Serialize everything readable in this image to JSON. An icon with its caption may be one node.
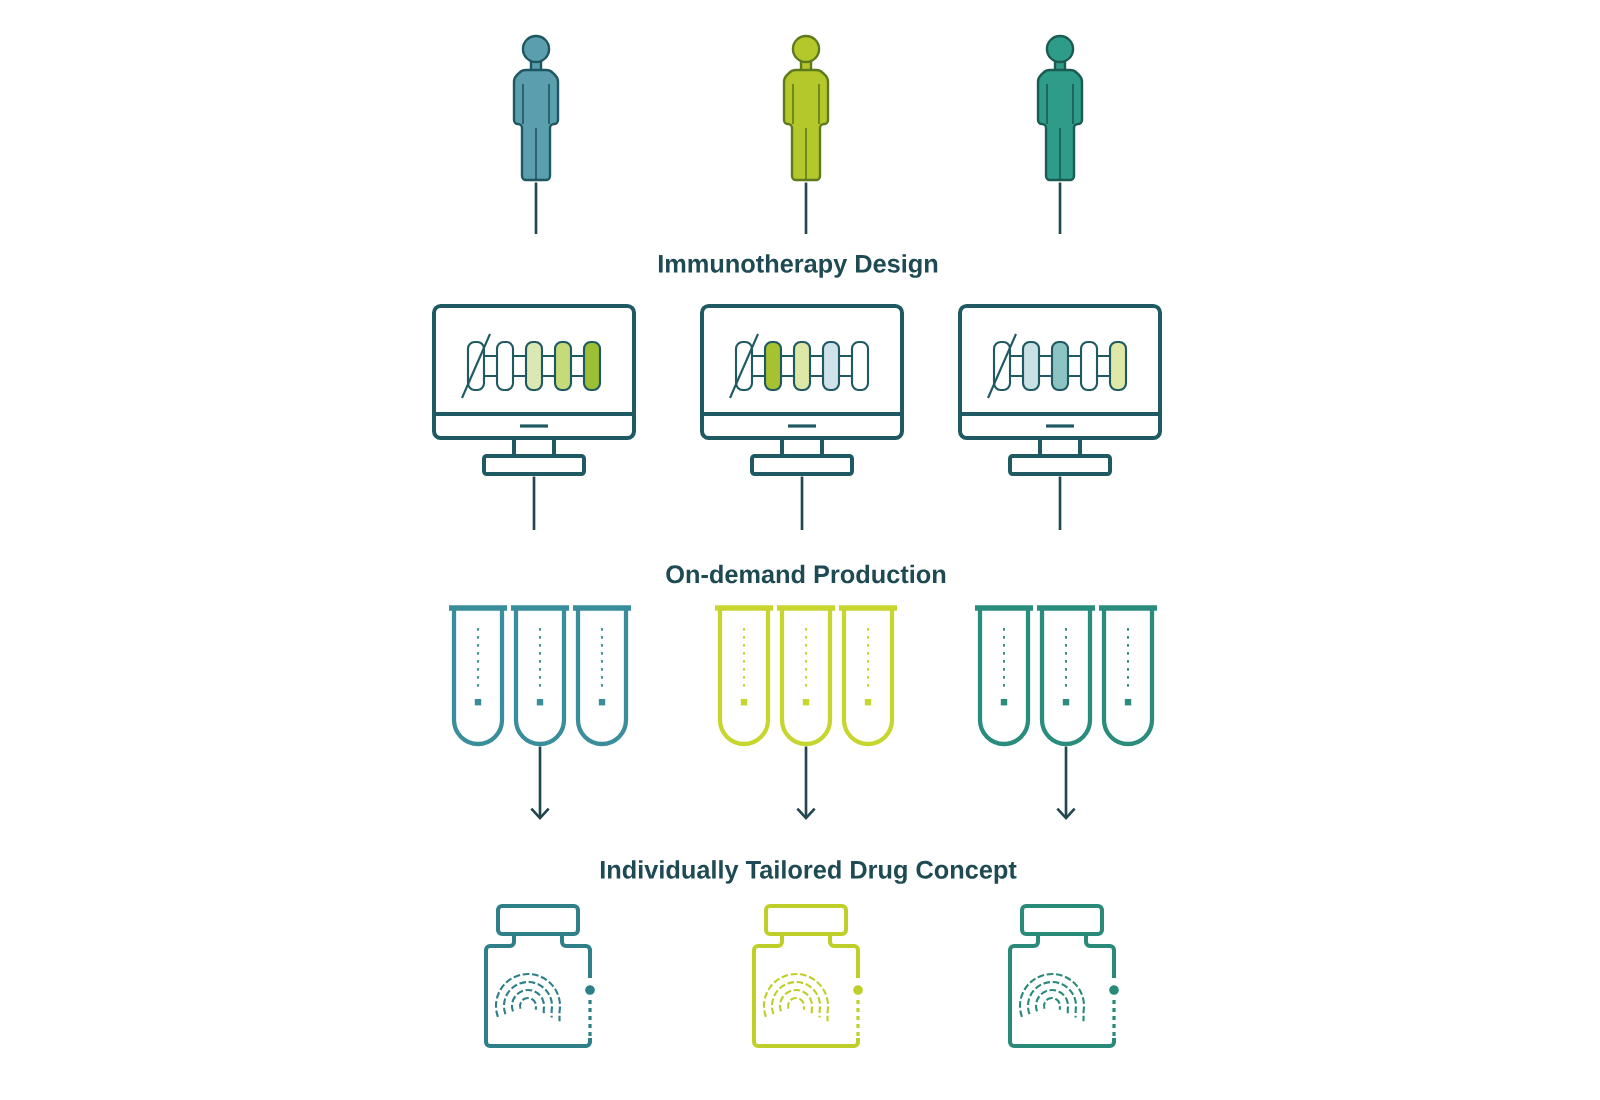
{
  "diagram": {
    "nodes": [
      {
        "text": [],
        "shape": "person"
      },
      {
        "text": [],
        "shape": "person"
      },
      {
        "text": [],
        "shape": "person"
      },
      {
        "text": [],
        "shape": "monitor"
      },
      {
        "text": [],
        "shape": "monitor"
      },
      {
        "text": [],
        "shape": "monitor"
      },
      {
        "text": [],
        "shape": "tubes"
      },
      {
        "text": [],
        "shape": "tubes"
      },
      {
        "text": [],
        "shape": "tubes"
      },
      {
        "text": [],
        "shape": "vial"
      },
      {
        "text": [],
        "shape": "vial"
      },
      {
        "text": [],
        "shape": "vial"
      }
    ],
    "edges": [
      {
        "from": 0,
        "to": null,
        "arrow": "none"
      },
      {
        "from": 1,
        "to": null,
        "arrow": "none"
      },
      {
        "from": 2,
        "to": null,
        "arrow": "none"
      },
      {
        "from": 3,
        "to": null,
        "arrow": "none"
      },
      {
        "from": 4,
        "to": null,
        "arrow": "none"
      },
      {
        "from": 5,
        "to": null,
        "arrow": "none"
      },
      {
        "from": 6,
        "to": null,
        "arrow": "to"
      },
      {
        "from": 7,
        "to": null,
        "arrow": "to"
      },
      {
        "from": 8,
        "to": null,
        "arrow": "to"
      }
    ],
    "labels": [
      "Immunotherapy Design",
      "On-demand Production",
      "Individually Tailored Drug Concept"
    ]
  }
}
